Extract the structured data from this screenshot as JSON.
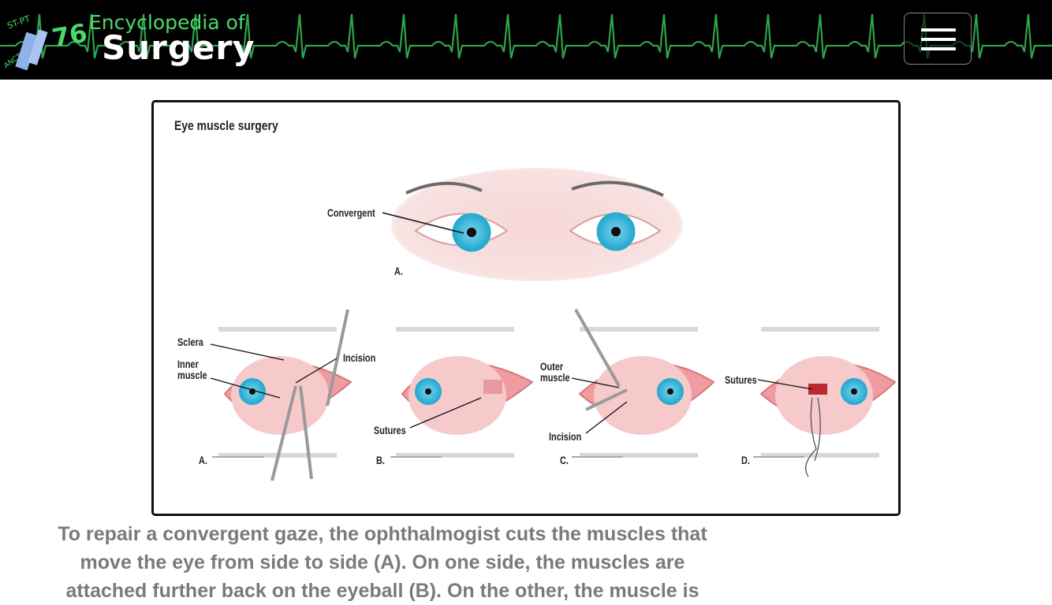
{
  "header": {
    "brand_top": "Encyclopedia of",
    "brand_bottom": "Surgery",
    "logo_number": "76",
    "menu_icon": "hamburger-menu-icon",
    "accent_color": "#49d96a",
    "ecg_color": "#2fa34a"
  },
  "figure": {
    "title": "Eye muscle surgery",
    "top_labels": {
      "convergent": "Convergent",
      "a": "A."
    },
    "panels": [
      {
        "letter": "A.",
        "labels": [
          "Sclera",
          "Inner\nmuscle",
          "Incision"
        ]
      },
      {
        "letter": "B.",
        "labels": [
          "Sutures"
        ]
      },
      {
        "letter": "C.",
        "labels": [
          "Outer\nmuscle",
          "Incision"
        ]
      },
      {
        "letter": "D.",
        "labels": [
          "Sutures"
        ]
      }
    ]
  },
  "caption": {
    "lines": [
      "To repair a convergent gaze, the ophthalmogist cuts the muscles that",
      "move the eye from side to side (A). On one side, the muscles are",
      "attached further back on the eyeball (B). On the other, the muscle is"
    ]
  }
}
